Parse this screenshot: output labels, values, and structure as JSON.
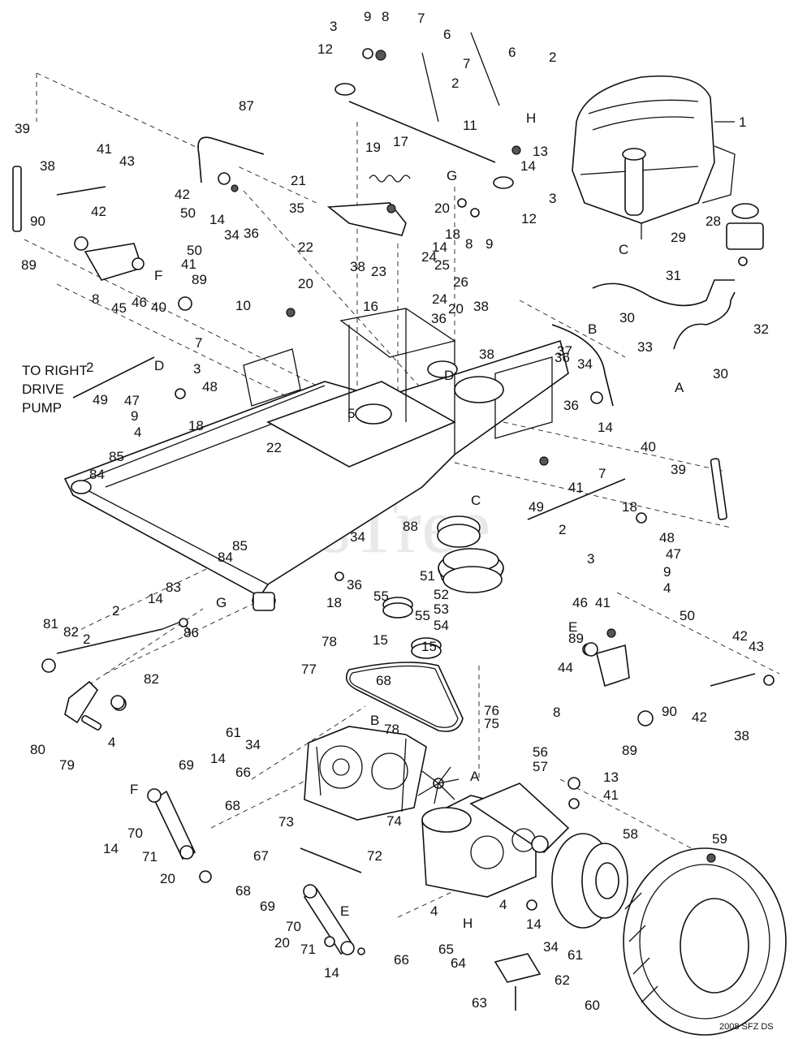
{
  "watermark": "PartsTree",
  "footer_code": "2008 SFZ DS",
  "note": {
    "line1": "TO RIGHT",
    "line2": "DRIVE",
    "line3": "PUMP"
  },
  "letters": [
    "A",
    "B",
    "C",
    "D",
    "E",
    "F",
    "G",
    "H"
  ],
  "callouts": [
    "1",
    "2",
    "3",
    "4",
    "5",
    "6",
    "7",
    "8",
    "9",
    "10",
    "11",
    "12",
    "13",
    "14",
    "15",
    "16",
    "17",
    "18",
    "19",
    "20",
    "21",
    "22",
    "23",
    "24",
    "25",
    "26",
    "28",
    "29",
    "30",
    "31",
    "32",
    "33",
    "34",
    "35",
    "36",
    "37",
    "38",
    "39",
    "40",
    "41",
    "42",
    "43",
    "44",
    "45",
    "46",
    "47",
    "48",
    "49",
    "50",
    "51",
    "52",
    "53",
    "54",
    "55",
    "56",
    "57",
    "58",
    "59",
    "60",
    "61",
    "62",
    "63",
    "64",
    "65",
    "66",
    "67",
    "68",
    "69",
    "70",
    "71",
    "72",
    "73",
    "74",
    "75",
    "76",
    "77",
    "78",
    "79",
    "80",
    "81",
    "82",
    "83",
    "84",
    "85",
    "86",
    "87",
    "88",
    "89",
    "90"
  ]
}
